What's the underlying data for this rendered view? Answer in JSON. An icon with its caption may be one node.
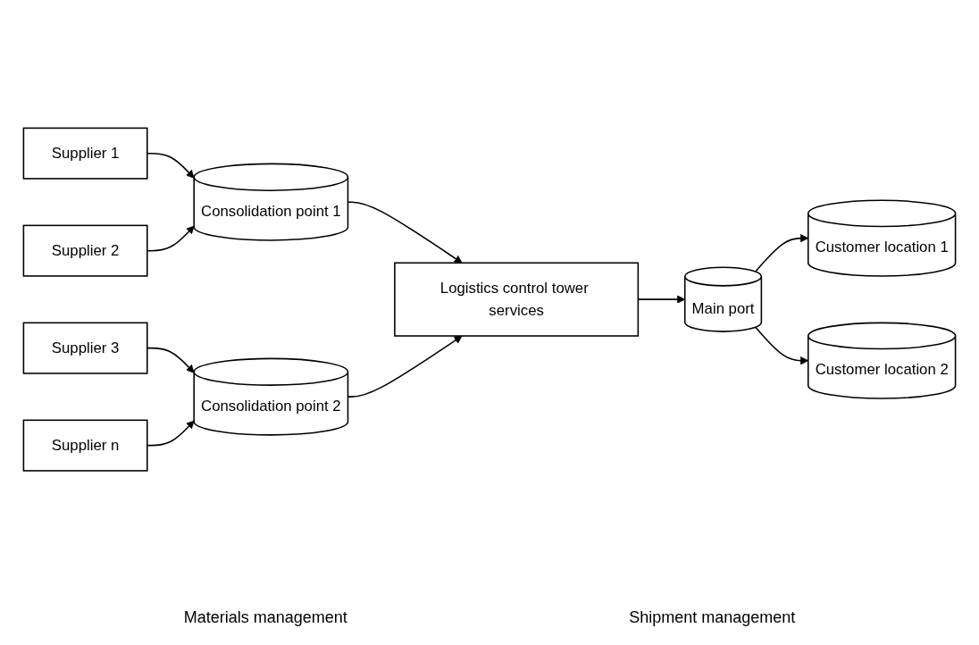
{
  "diagram": {
    "nodes": [
      {
        "text": [
          "Supplier 1"
        ]
      },
      {
        "text": [
          "Supplier 2"
        ]
      },
      {
        "text": [
          "Supplier 3"
        ]
      },
      {
        "text": [
          "Supplier n"
        ]
      },
      {
        "text": [
          "Consolidation point 1"
        ]
      },
      {
        "text": [
          "Consolidation point 2"
        ]
      },
      {
        "text": [
          "Logistics control tower services"
        ]
      },
      {
        "text": [
          "Main port"
        ]
      },
      {
        "text": [
          "Customer location 1"
        ]
      },
      {
        "text": [
          "Customer location 2"
        ]
      }
    ],
    "edges": [
      {
        "from": 0,
        "to": 4,
        "arrow": "to"
      },
      {
        "from": 1,
        "to": 4,
        "arrow": "to"
      },
      {
        "from": 2,
        "to": 5,
        "arrow": "to"
      },
      {
        "from": 3,
        "to": 5,
        "arrow": "to"
      },
      {
        "from": 4,
        "to": 6,
        "arrow": "to"
      },
      {
        "from": 5,
        "to": 6,
        "arrow": "to"
      },
      {
        "from": 6,
        "to": 7,
        "arrow": "to"
      },
      {
        "from": 7,
        "to": 8,
        "arrow": "to"
      },
      {
        "from": 7,
        "to": 9,
        "arrow": "to"
      }
    ],
    "labels": [
      "Materials management",
      "Shipment management"
    ]
  }
}
